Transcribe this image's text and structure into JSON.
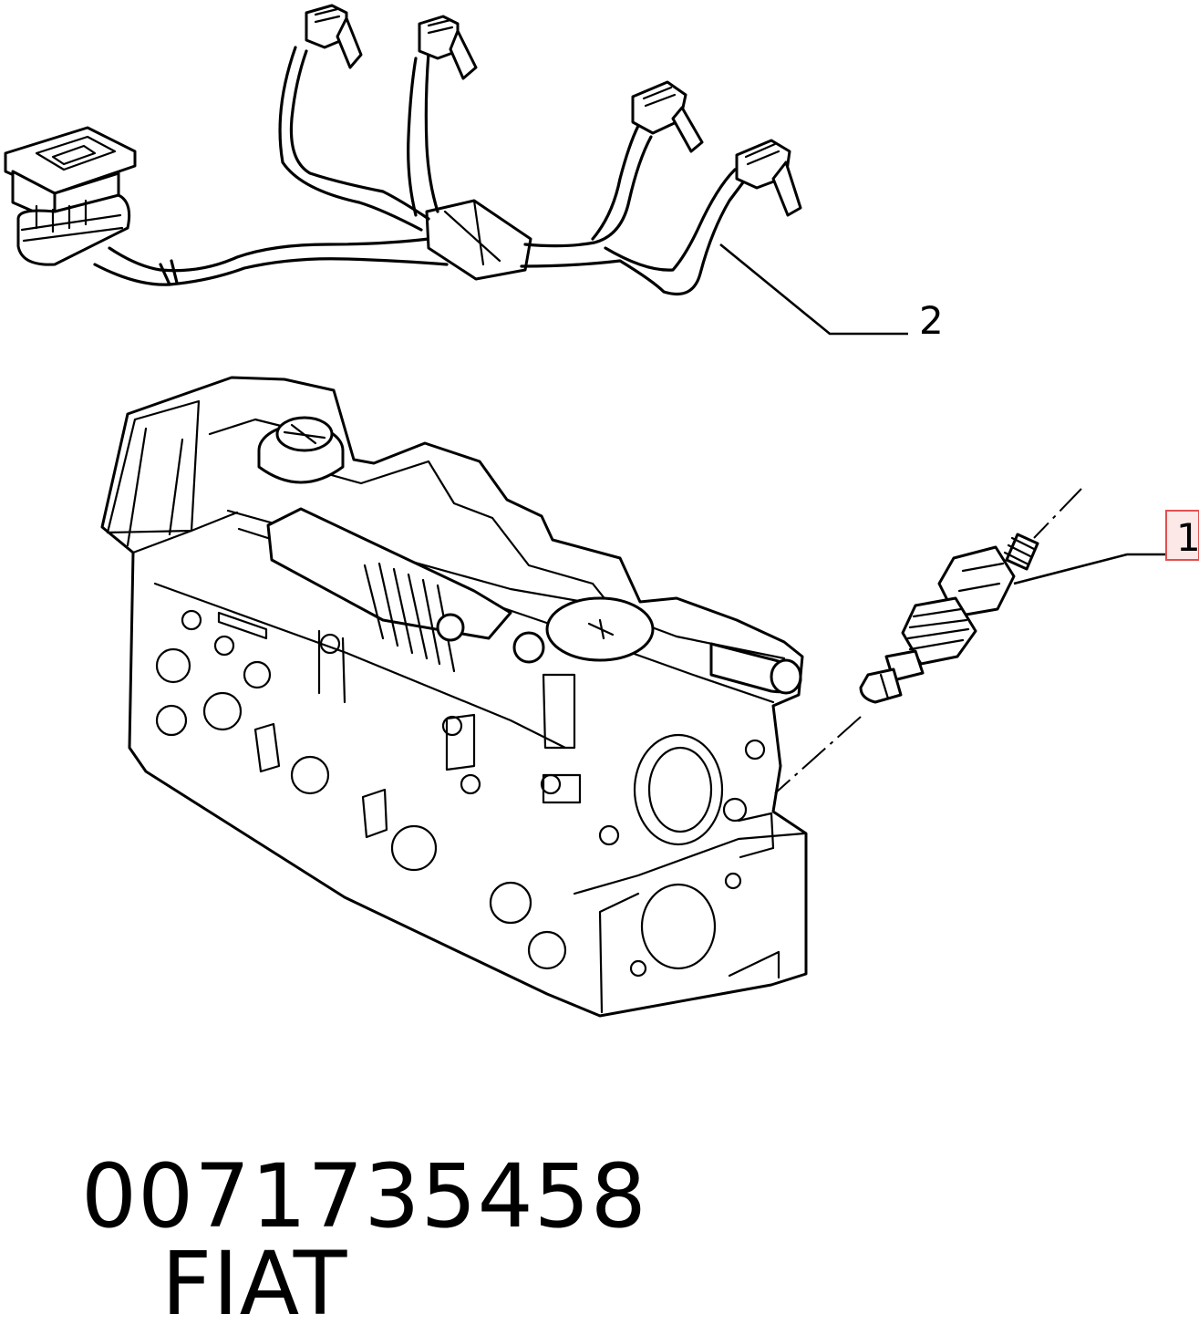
{
  "callouts": [
    {
      "id": "1",
      "label": "1",
      "highlighted": true
    },
    {
      "id": "2",
      "label": "2",
      "highlighted": false
    }
  ],
  "caption": {
    "part_number": "0071735458",
    "brand": "FIAT"
  },
  "colors": {
    "line": "#000000",
    "background": "#ffffff",
    "highlight_fill": "#fde8e8",
    "highlight_stroke": "#e05050"
  }
}
